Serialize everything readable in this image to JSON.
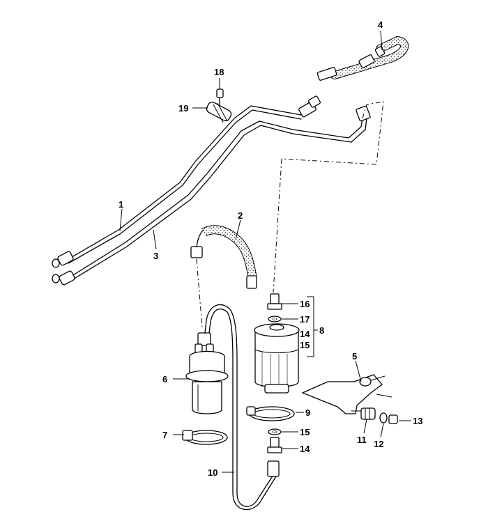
{
  "diagram": {
    "callouts": {
      "c1": "1",
      "c2": "2",
      "c3": "3",
      "c4": "4",
      "c5": "5",
      "c6": "6",
      "c7": "7",
      "c8": "8",
      "c9": "9",
      "c10": "10",
      "c11": "11",
      "c12": "12",
      "c13": "13",
      "c14a": "14",
      "c14b": "14",
      "c15a": "15",
      "c15b": "15",
      "c16": "16",
      "c17": "17",
      "c18": "18",
      "c19": "19"
    }
  }
}
